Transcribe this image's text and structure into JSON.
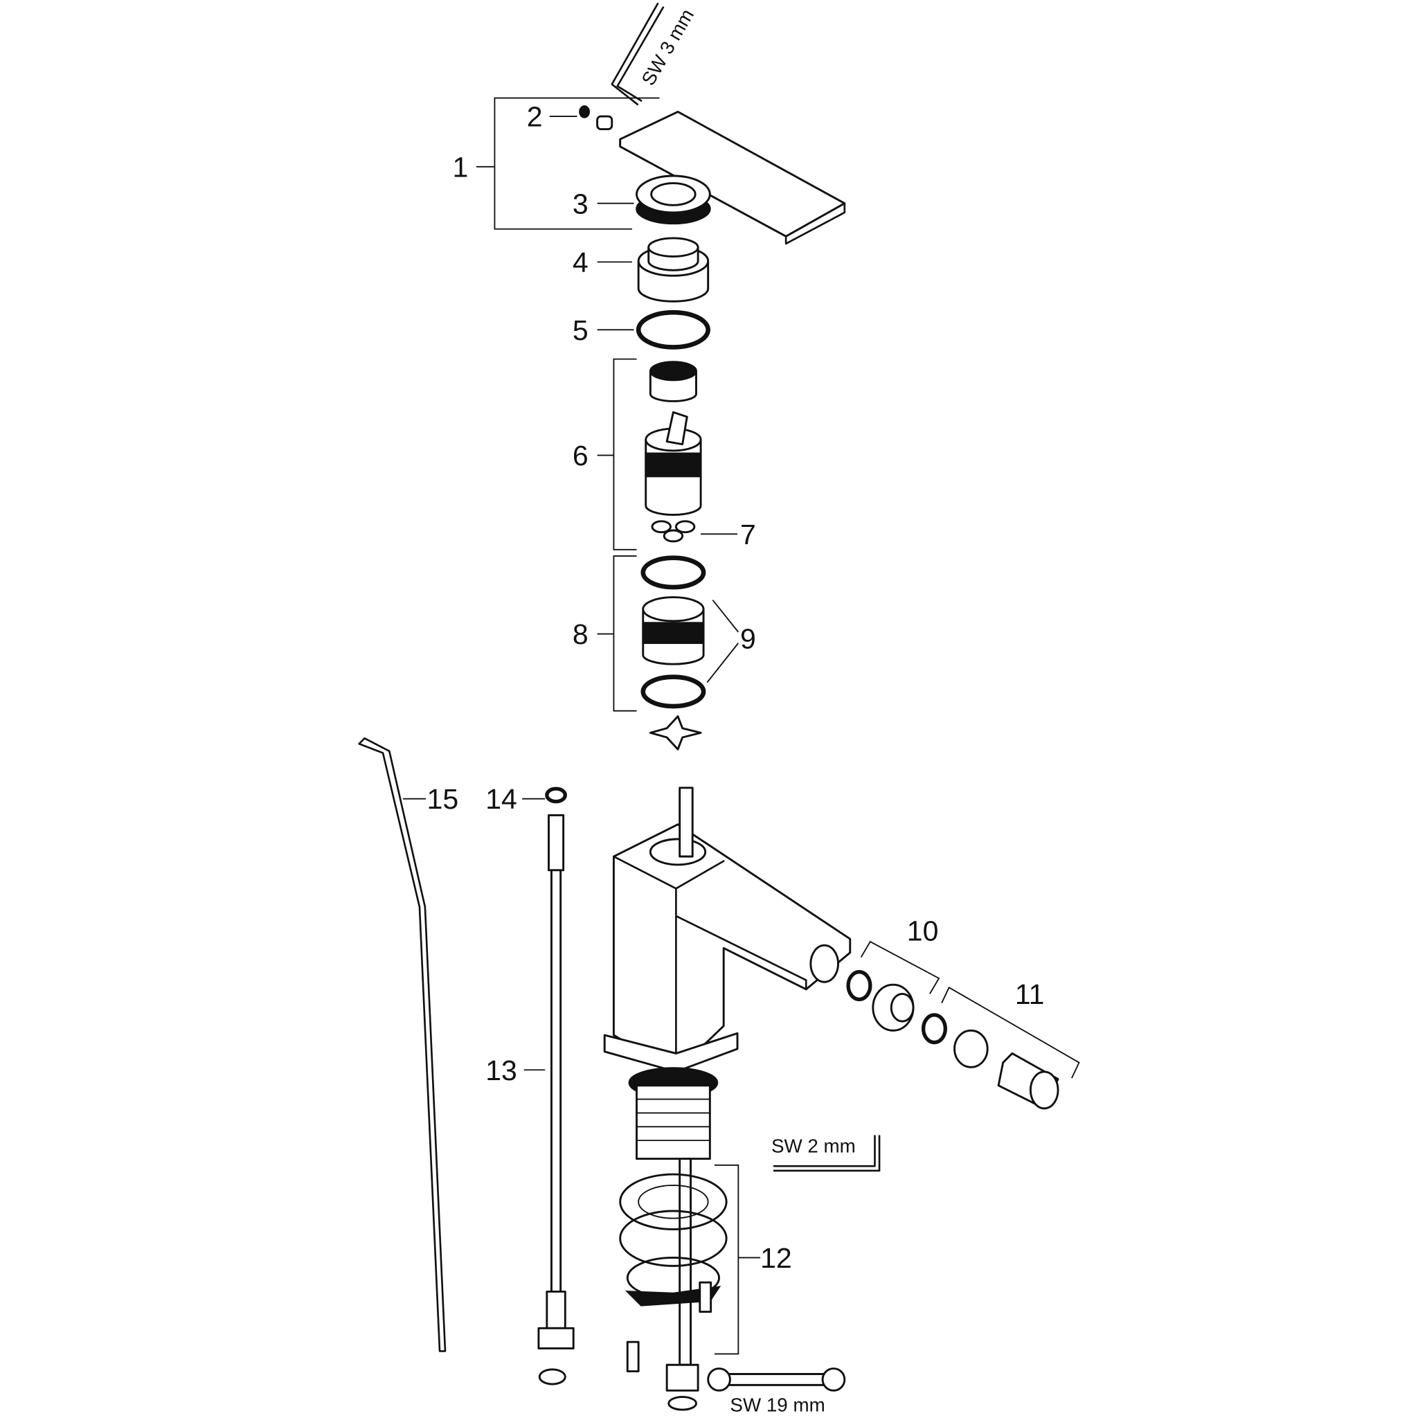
{
  "diagram": {
    "labels": [
      "1",
      "2",
      "3",
      "4",
      "5",
      "6",
      "7",
      "8",
      "9",
      "10",
      "11",
      "12",
      "13",
      "14",
      "15"
    ],
    "tools": {
      "allen_key_3": "SW 3 mm",
      "allen_key_2": "SW 2 mm",
      "wrench_19": "SW 19 mm"
    }
  }
}
